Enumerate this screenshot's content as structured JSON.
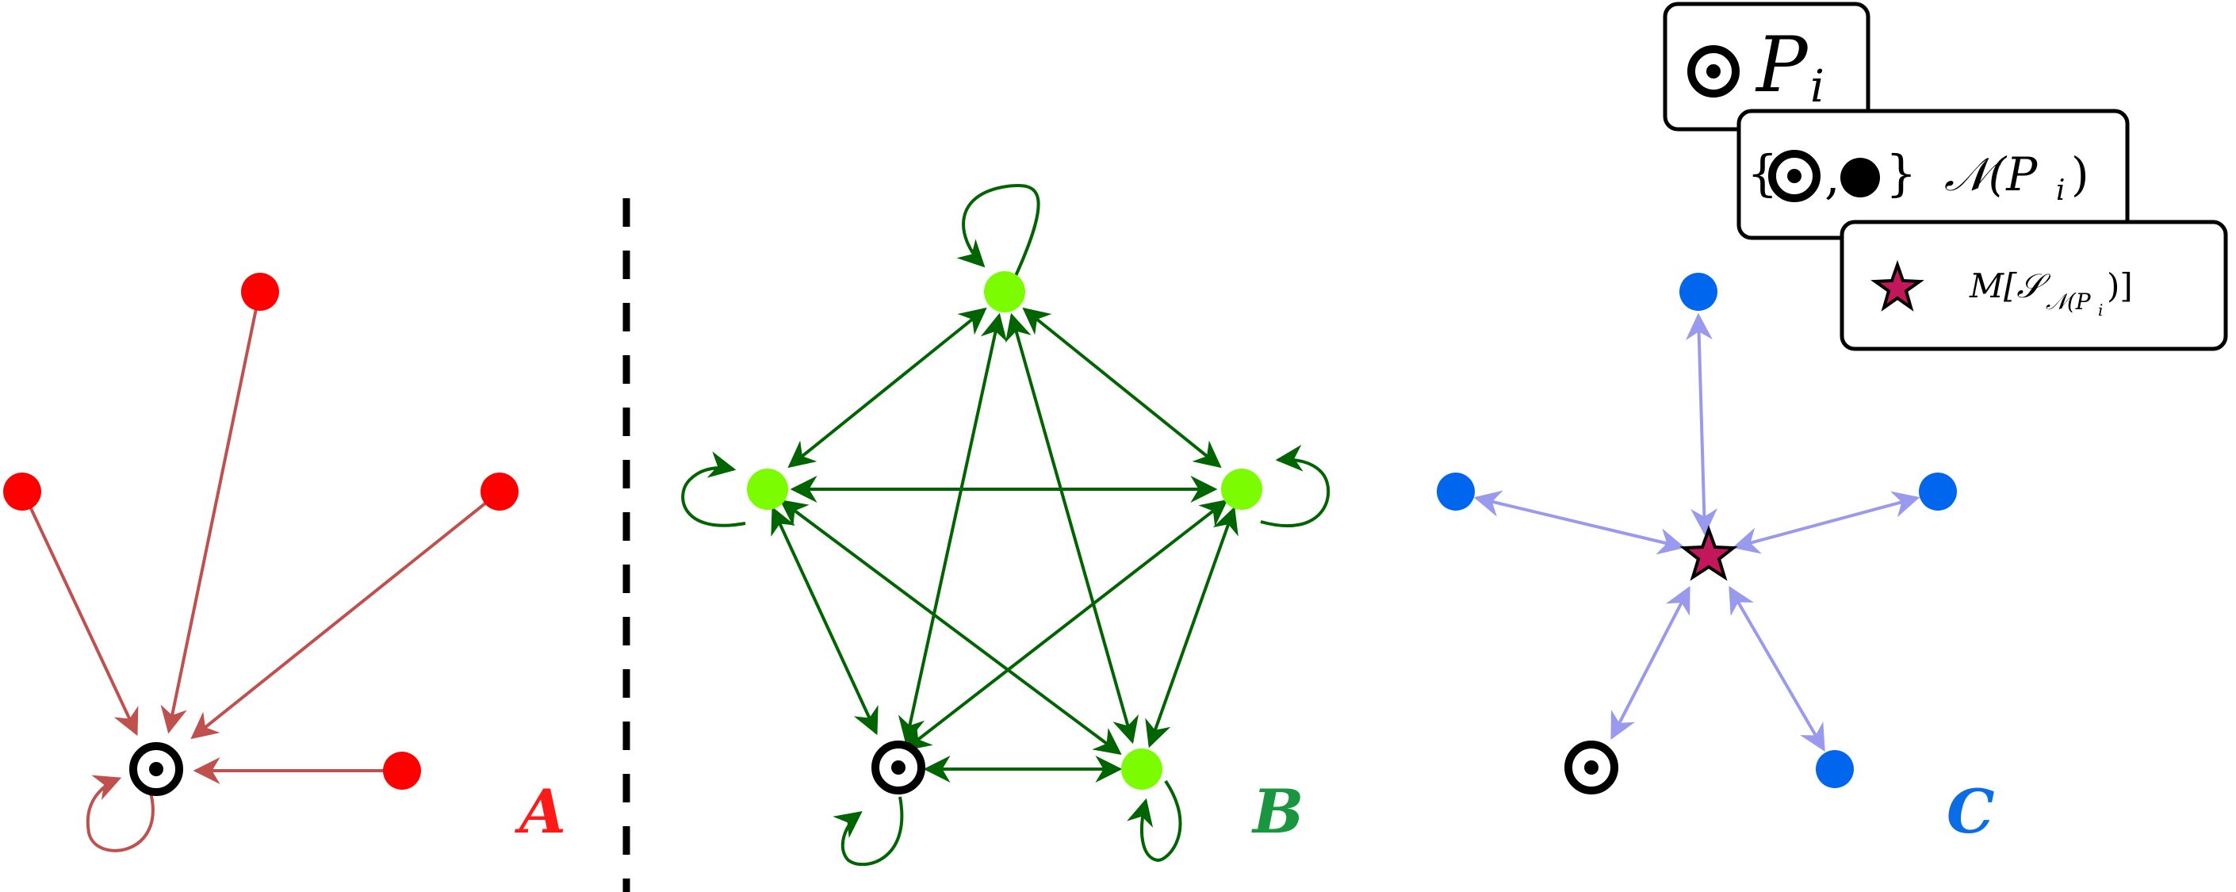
{
  "panels": {
    "A": {
      "label": "A",
      "color": "#ff1a1a",
      "edge_color": "#c0504d",
      "node_color": "#ff0000"
    },
    "B": {
      "label": "B",
      "color": "#1a9641",
      "edge_color": "#006400",
      "node_color": "#7cfc00"
    },
    "C": {
      "label": "C",
      "color": "#0a6de6",
      "edge_color": "#9999ee",
      "node_color": "#0066ee"
    }
  },
  "legend": {
    "pi_label": "P",
    "pi_sub": "i",
    "neighborhood_label": "𝒩(P",
    "neighborhood_sub": "i",
    "neighborhood_close": ")",
    "set_open": "{",
    "set_comma": ",",
    "set_close": "}",
    "aggregate_label": "M[𝒮",
    "aggregate_sub": "𝒩(P",
    "aggregate_subsub": "i",
    "aggregate_close": ")]",
    "star_color": "#c2185b"
  },
  "icons": [
    "target-icon",
    "dot-icon",
    "star-icon"
  ]
}
